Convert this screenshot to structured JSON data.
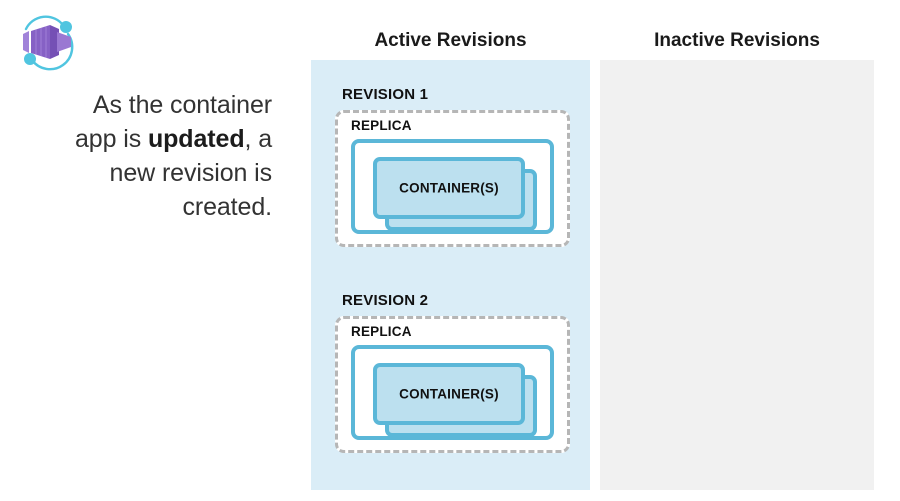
{
  "logo": {
    "icon": "azure-container-apps-icon",
    "box_color": "#8661c5",
    "box_color_light": "#a183d9",
    "box_color_dark": "#7550b5",
    "orbit_color": "#50c5e0"
  },
  "caption": {
    "line1": "As the container",
    "line2_prefix": "app is ",
    "line2_bold": "updated",
    "line2_suffix": ", a",
    "line3": "new revision is",
    "line4": "created.",
    "full_text": "As the container app is updated, a new revision is created."
  },
  "panels": [
    {
      "id": "active",
      "heading": "Active Revisions",
      "background": "#daedf7",
      "revisions": [
        {
          "label": "REVISION 1",
          "replica_label": "REPLICA",
          "container_label": "CONTAINER(S)"
        },
        {
          "label": "REVISION 2",
          "replica_label": "REPLICA",
          "container_label": "CONTAINER(S)"
        }
      ]
    },
    {
      "id": "inactive",
      "heading": "Inactive Revisions",
      "background": "#f1f1f1",
      "revisions": []
    }
  ],
  "colors": {
    "active_panel": "#daedf7",
    "inactive_panel": "#f1f1f1",
    "container_border": "#5bb7d8",
    "container_fill": "#bce0ef",
    "replica_dash": "#b6b6b6",
    "text": "#111111",
    "caption_text": "#333333"
  }
}
